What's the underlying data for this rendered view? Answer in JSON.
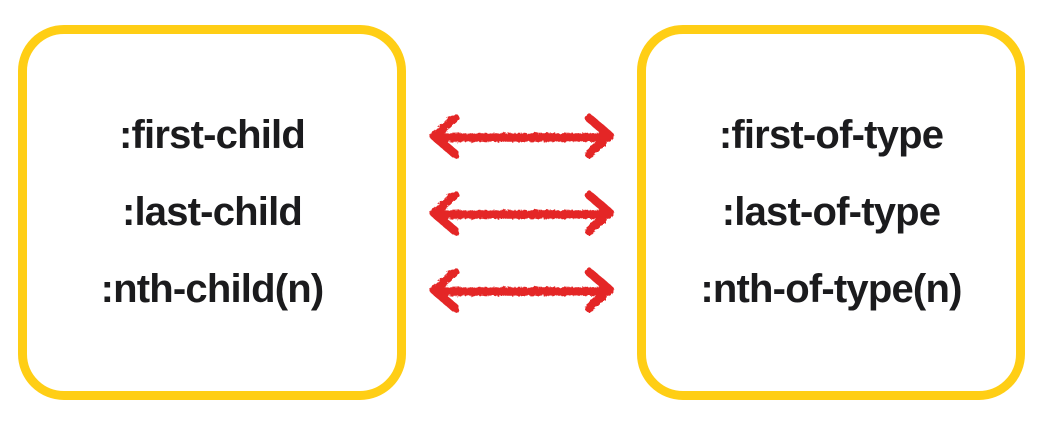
{
  "colors": {
    "background": "#ffffff",
    "box_border": "#ffce15",
    "arrow": "#e42527",
    "text": "#1b1b1d"
  },
  "left_box": {
    "items": [
      ":first-child",
      ":last-child",
      ":nth-child(n)"
    ]
  },
  "right_box": {
    "items": [
      ":first-of-type",
      ":last-of-type",
      ":nth-of-type(n)"
    ]
  },
  "arrows": {
    "icon": "double-headed-arrow",
    "count": 3
  }
}
